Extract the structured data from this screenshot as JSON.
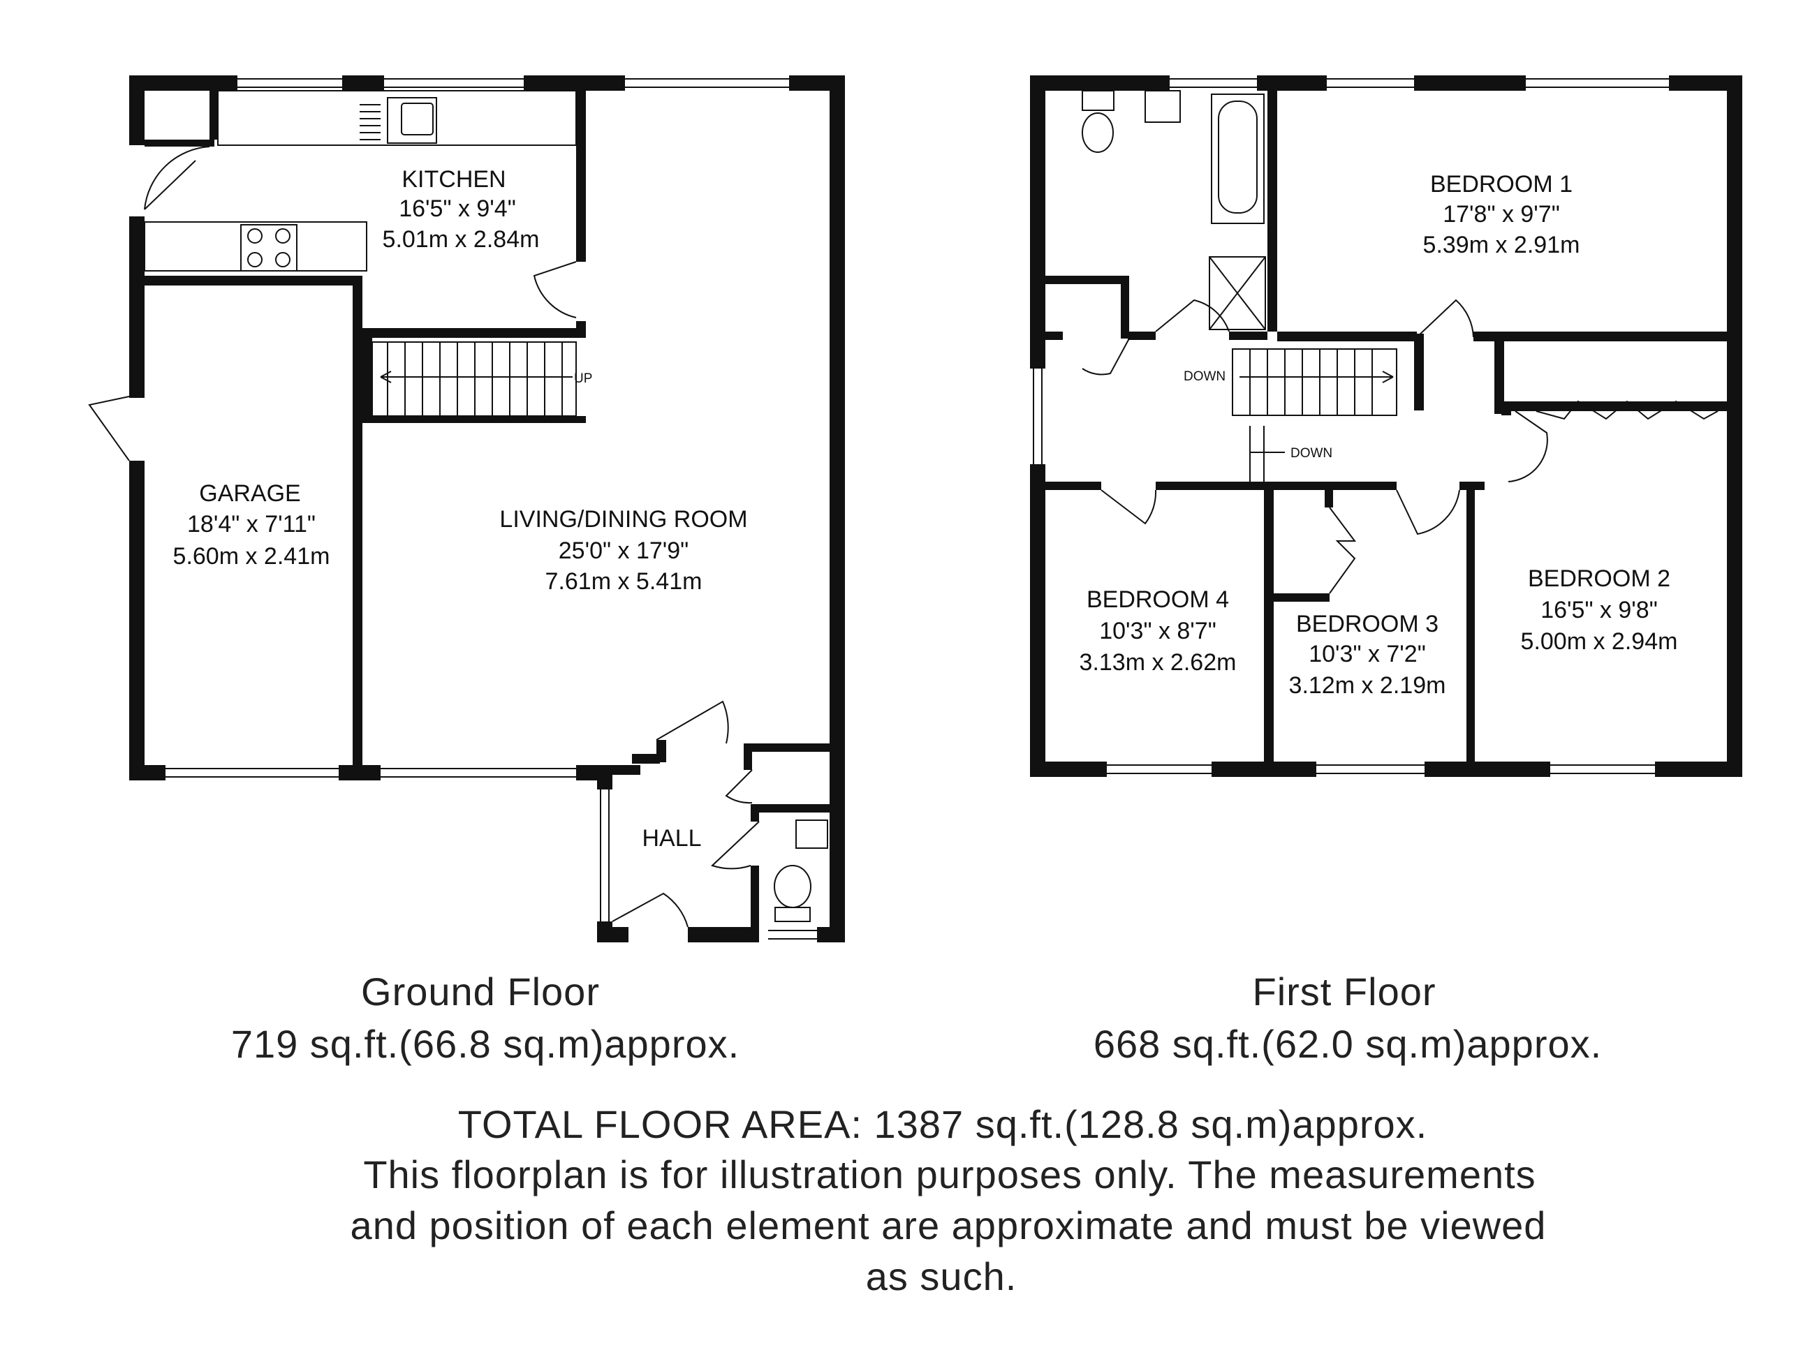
{
  "floors": {
    "ground": {
      "title": "Ground Floor",
      "area": "719 sq.ft.(66.8 sq.m)approx.",
      "rooms": {
        "kitchen": {
          "name": "KITCHEN",
          "imperial": "16'5\" x 9'4\"",
          "metric": "5.01m x 2.84m"
        },
        "garage": {
          "name": "GARAGE",
          "imperial": "18'4\" x 7'11\"",
          "metric": "5.60m x 2.41m"
        },
        "living": {
          "name": "LIVING/DINING ROOM",
          "imperial": "25'0\" x 17'9\"",
          "metric": "7.61m x 5.41m"
        },
        "hall": {
          "name": "HALL"
        }
      },
      "stair_label": "UP"
    },
    "first": {
      "title": "First Floor",
      "area": "668 sq.ft.(62.0 sq.m)approx.",
      "rooms": {
        "bedroom1": {
          "name": "BEDROOM 1",
          "imperial": "17'8\" x 9'7\"",
          "metric": "5.39m x 2.91m"
        },
        "bedroom2": {
          "name": "BEDROOM 2",
          "imperial": "16'5\" x 9'8\"",
          "metric": "5.00m x 2.94m"
        },
        "bedroom3": {
          "name": "BEDROOM 3",
          "imperial": "10'3\" x 7'2\"",
          "metric": "3.12m x 2.19m"
        },
        "bedroom4": {
          "name": "BEDROOM 4",
          "imperial": "10'3\" x 8'7\"",
          "metric": "3.13m x 2.62m"
        }
      },
      "stair_label_1": "DOWN",
      "stair_label_2": "DOWN"
    }
  },
  "footer": {
    "total": "TOTAL FLOOR AREA: 1387 sq.ft.(128.8 sq.m)approx.",
    "disclaimer_1": "This floorplan is for illustration purposes only. The measurements",
    "disclaimer_2": "and position of each element are approximate and must be viewed",
    "disclaimer_3": "as such."
  }
}
